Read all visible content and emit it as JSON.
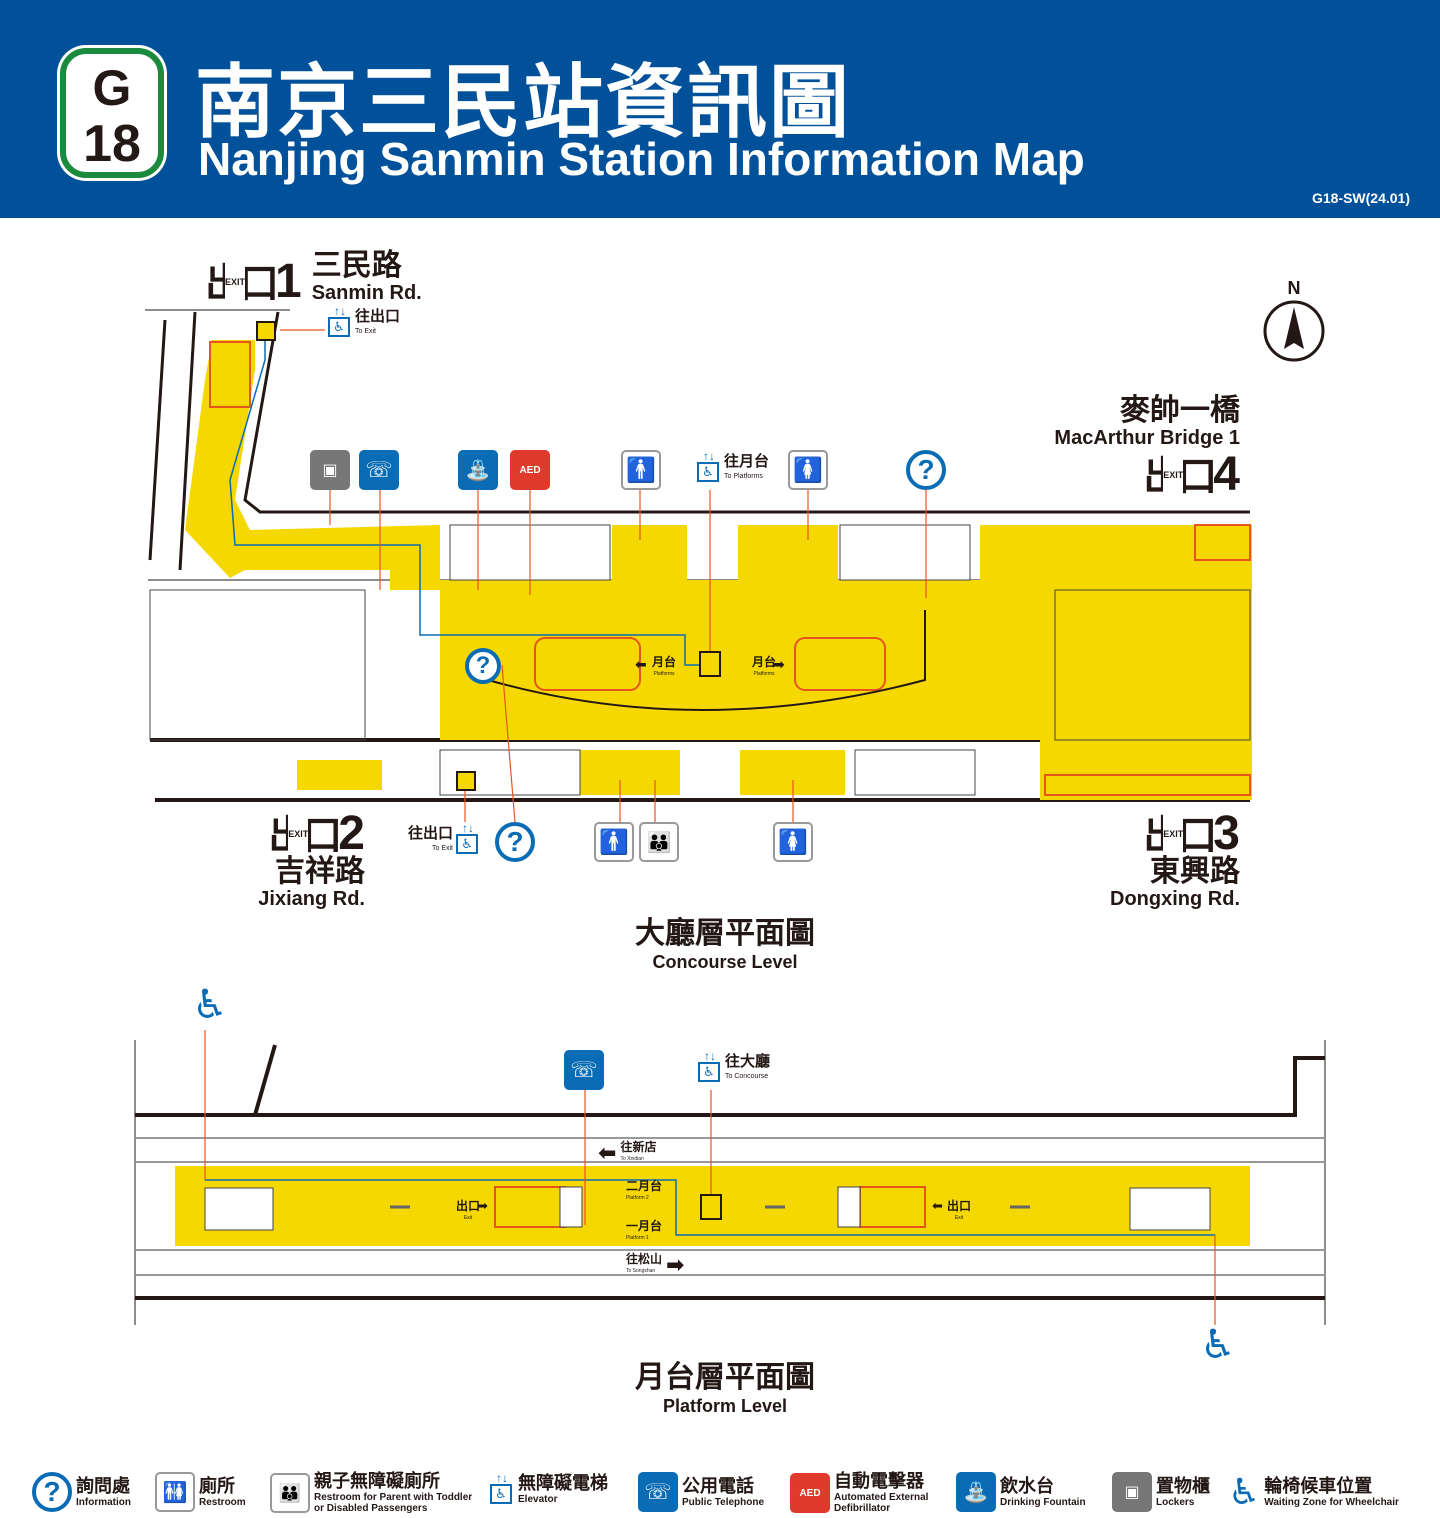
{
  "header": {
    "line_code": "G",
    "station_no": "18",
    "title_zh": "南京三民站資訊圖",
    "title_en": "Nanjing Sanmin Station Information Map",
    "code": "G18-SW(24.01)",
    "bg_color": "#00519a",
    "line_color": "#1a8a3e"
  },
  "compass": {
    "label": "N"
  },
  "concourse": {
    "title_zh": "大廳層平面圖",
    "title_en": "Concourse Level",
    "exit_word_zh": "出口",
    "exit_word_en": "EXIT",
    "exits": [
      {
        "num": "1",
        "road_zh": "三民路",
        "road_en": "Sanmin Rd."
      },
      {
        "num": "2",
        "road_zh": "吉祥路",
        "road_en": "Jixiang Rd."
      },
      {
        "num": "3",
        "road_zh": "東興路",
        "road_en": "Dongxing Rd."
      },
      {
        "num": "4",
        "road_zh": "麥帥一橋",
        "road_en": "MacArthur Bridge 1"
      }
    ],
    "to_exit": {
      "zh": "往出口",
      "en": "To Exit"
    },
    "to_platforms": {
      "zh": "往月台",
      "en": "To Platforms"
    },
    "platforms": {
      "zh": "月台",
      "en": "Platforms"
    },
    "area_color": "#f5d800"
  },
  "platform": {
    "title_zh": "月台層平面圖",
    "title_en": "Platform Level",
    "to_concourse": {
      "zh": "往大廳",
      "en": "To Concourse"
    },
    "to_xindian": {
      "zh": "往新店",
      "en": "To Xindian"
    },
    "to_songshan": {
      "zh": "往松山",
      "en": "To Songshan"
    },
    "platform2": {
      "zh": "二月台",
      "en": "Platform 2"
    },
    "platform1": {
      "zh": "一月台",
      "en": "Platform 1"
    },
    "exit": {
      "zh": "出口",
      "en": "Exit"
    }
  },
  "icons": {
    "info": "?",
    "aed": "AED",
    "wheelchair": "♿"
  },
  "legend": [
    {
      "icon": "information-icon",
      "zh": "詢問處",
      "en": "Information"
    },
    {
      "icon": "restroom-icon",
      "zh": "廁所",
      "en": "Restroom"
    },
    {
      "icon": "family-restroom-icon",
      "zh": "親子無障礙廁所",
      "en": "Restroom for Parent with Toddler or Disabled Passengers"
    },
    {
      "icon": "elevator-icon",
      "zh": "無障礙電梯",
      "en": "Elevator"
    },
    {
      "icon": "telephone-icon",
      "zh": "公用電話",
      "en": "Public Telephone"
    },
    {
      "icon": "aed-icon",
      "zh": "自動電擊器",
      "en": "Automated External Defibrillator"
    },
    {
      "icon": "drinking-fountain-icon",
      "zh": "飲水台",
      "en": "Drinking Fountain"
    },
    {
      "icon": "locker-icon",
      "zh": "置物櫃",
      "en": "Lockers"
    },
    {
      "icon": "wheelchair-icon",
      "zh": "輪椅候車位置",
      "en": "Waiting Zone for Wheelchair"
    }
  ]
}
